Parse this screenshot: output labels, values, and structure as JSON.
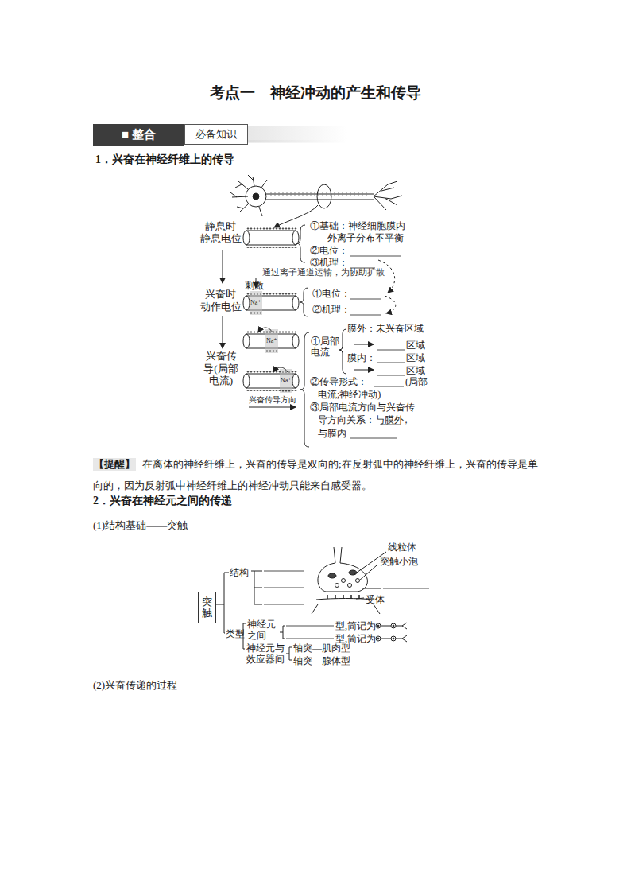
{
  "diagram": {
    "title": "考点一　神经冲动的产生和传导",
    "nodes": [
      {
        "text": [
          "■ 整合"
        ]
      },
      {
        "text": [
          "必备知识"
        ]
      },
      {
        "text": [
          "突触"
        ]
      }
    ],
    "labels": [
      "1．兴奋在神经纤维上的传导",
      "静息时",
      "静息电位",
      "①基础：神经细胞膜内",
      "外离子分布不平衡",
      "②电位：",
      "③机理：",
      "通过离子通道运输，为协助扩散",
      "刺激",
      "兴奋时",
      "动作电位",
      "①电位：",
      "②机理：",
      "兴奋传导(局部电流)",
      "①局部电流",
      "膜外：未兴奋区域",
      "区域",
      "膜内：",
      "区域",
      "区域",
      "②传导形式：",
      "(局部",
      "电流;神经冲动)",
      "③局部电流方向与兴奋传",
      "导方向关系：与膜外",
      "，",
      "与膜内",
      "兴奋传导方向",
      "Na⁺",
      "Na⁺",
      "Na⁺",
      "【提醒】",
      "在离体的神经纤维上，兴奋的传导是双向的;在反射弧中的神经纤维上，兴奋的传导是单向的，因为反射弧中神经纤维上的神经冲动只能来自感受器。",
      "2．兴奋在神经元之间的传递",
      "(1)结构基础——突触",
      "线粒体",
      "突触小泡",
      "受体",
      "结构",
      "类型",
      "神经元之间",
      "型,简记为",
      "型,简记为",
      "神经元与效应器间",
      "轴突—肌肉型",
      "轴突—腺体型",
      "(2)兴奋传递的过程"
    ]
  }
}
